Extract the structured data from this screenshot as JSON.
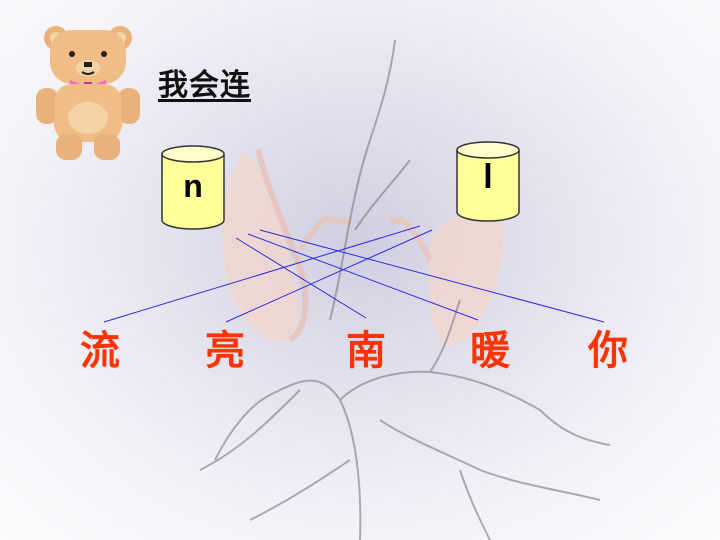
{
  "title": "我会连",
  "cans": {
    "n": "n",
    "l": "l"
  },
  "characters": [
    "流",
    "亮",
    "南",
    "暖",
    "你"
  ],
  "colors": {
    "character": "#ff3300",
    "line": "#2a2adf",
    "can_fill": "#ffff99"
  },
  "icons": {
    "bear": "teddy-bear-icon",
    "background": "cranes-and-branches"
  }
}
